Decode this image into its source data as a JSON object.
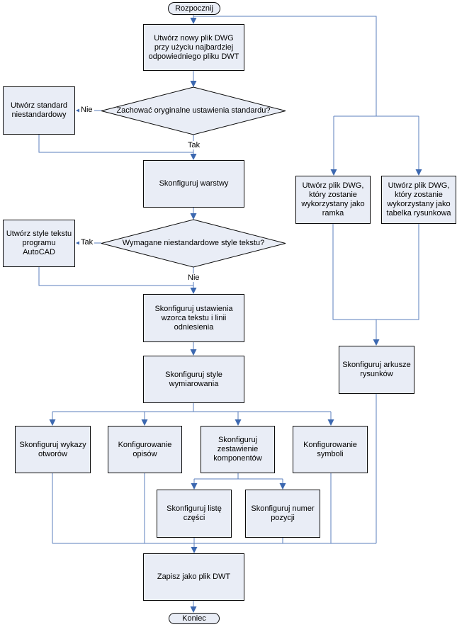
{
  "diagram": {
    "type": "flowchart",
    "language": "pl",
    "colors": {
      "node_fill": "#e9edf6",
      "node_border": "#0b0b0b",
      "line": "#5b7fbe",
      "arrow": "#3c68b0",
      "text": "#000000",
      "background": "#ffffff"
    }
  },
  "nodes": {
    "start": {
      "type": "terminator",
      "label": "Rozpocznij"
    },
    "create_dwg": {
      "type": "process",
      "label": "Utwórz nowy plik DWG przy użyciu najbardziej odpowiedniego pliku DWT"
    },
    "keep_standard": {
      "type": "decision",
      "label": "Zachować oryginalne ustawienia standardu?"
    },
    "custom_standard": {
      "type": "process",
      "label": "Utwórz standard niestandardowy"
    },
    "configure_layers": {
      "type": "process",
      "label": "Skonfiguruj warstwy"
    },
    "need_text_styles": {
      "type": "decision",
      "label": "Wymagane niestandardowe style tekstu?"
    },
    "create_text_styles": {
      "type": "process",
      "label": "Utwórz style tekstu programu AutoCAD"
    },
    "configure_text_leader": {
      "type": "process",
      "label": "Skonfiguruj ustawienia wzorca tekstu i linii odniesienia"
    },
    "configure_dim_styles": {
      "type": "process",
      "label": "Skonfiguruj style wymiarowania"
    },
    "dwg_frame": {
      "type": "process",
      "label": "Utwórz plik DWG, który zostanie wykorzystany jako ramka"
    },
    "dwg_title_block": {
      "type": "process",
      "label": "Utwórz plik DWG, który zostanie wykorzystany jako tabelka rysunkowa"
    },
    "configure_sheets": {
      "type": "process",
      "label": "Skonfiguruj arkusze rysunków"
    },
    "configure_hole_charts": {
      "type": "process",
      "label": "Skonfiguruj wykazy otworów"
    },
    "configure_notes": {
      "type": "process",
      "label": "Konfigurowanie opisów"
    },
    "configure_components": {
      "type": "process",
      "label": "Skonfiguruj zestawienie komponentów"
    },
    "configure_symbols": {
      "type": "process",
      "label": "Konfigurowanie symboli"
    },
    "configure_parts_list": {
      "type": "process",
      "label": "Skonfiguruj listę części"
    },
    "configure_balloon": {
      "type": "process",
      "label": "Skonfiguruj numer pozycji"
    },
    "save_dwt": {
      "type": "process",
      "label": "Zapisz jako plik DWT"
    },
    "end": {
      "type": "terminator",
      "label": "Koniec"
    }
  },
  "edge_labels": {
    "keep_standard_no": "Nie",
    "keep_standard_yes": "Tak",
    "text_styles_yes": "Tak",
    "text_styles_no": "Nie"
  }
}
